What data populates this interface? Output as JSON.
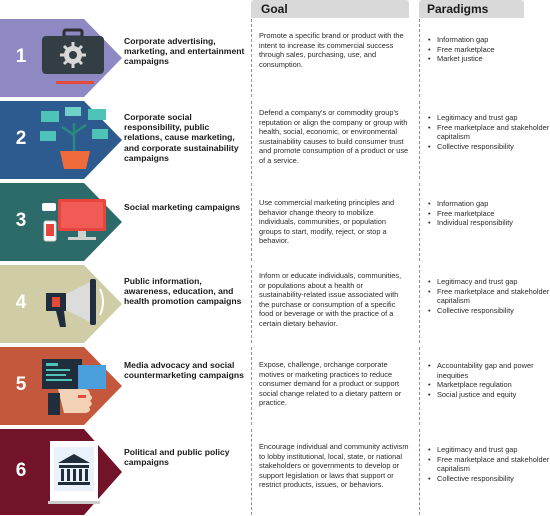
{
  "headers": {
    "goal": "Goal",
    "paradigms": "Paradigms"
  },
  "rows": [
    {
      "number": "1",
      "icon": "briefcase-gear-icon",
      "title": "Corporate advertising, marketing, and entertainment campaigns",
      "goal": "Promote a specific brand or product with the intent to increase its commercial success through sales, purchasing, use, and consumption.",
      "paradigms": [
        "Information gap",
        "Free marketplace",
        "Market justice"
      ],
      "band_color": "#dcdaee",
      "arrow_color": "#8e88c3"
    },
    {
      "number": "2",
      "icon": "money-tree-icon",
      "title": "Corporate social responsibility, public relations, cause marketing, and corporate sustainability campaigns",
      "goal": "Defend a company's or commodity group's reputation or align the company or group with health, social, economic, or environmental sustainability causes to build consumer trust and promote consumption of a product or use of a service.",
      "paradigms": [
        "Legitimacy and trust gap",
        "Free marketplace and stakeholder capitalism",
        "Collective responsibility"
      ],
      "band_color": "#a7c4dc",
      "arrow_color": "#2d5b8f"
    },
    {
      "number": "3",
      "icon": "devices-icon",
      "title": "Social marketing campaigns",
      "goal": "Use commercial marketing principles and behavior change theory to mobilize individuals, communities, or population groups to start, modify, reject, or stop a behavior.",
      "paradigms": [
        "Information gap",
        "Free marketplace",
        "Individual responsibility"
      ],
      "band_color": "#b2cdca",
      "arrow_color": "#2d6b6a"
    },
    {
      "number": "4",
      "icon": "megaphone-icon",
      "title": "Public information, awareness, education, and health promotion campaigns",
      "goal": "Inform or educate individuals, communities, or populations about a health or sustainability-related issue associated with the purchase or consumption of a specific food or beverage or with the practice of a certain dietary behavior.",
      "paradigms": [
        "Legitimacy and trust gap",
        "Free marketplace and stakeholder capitalism",
        "Collective responsibility"
      ],
      "band_color": "#ecebd9",
      "arrow_color": "#cfcca6"
    },
    {
      "number": "5",
      "icon": "thumbs-down-screen-icon",
      "title": "Media advocacy and social countermarketing campaigns",
      "goal": "Expose, challenge, orchange corporate motives or marketing practices to reduce consumer demand for a product or support social change related to a dietary pattern or practice.",
      "paradigms": [
        "Accountability gap and power inequities",
        "Marketplace regulation",
        "Social justice and equity"
      ],
      "band_color": "#eec5b3",
      "arrow_color": "#c4583c"
    },
    {
      "number": "6",
      "icon": "government-building-icon",
      "title": "Political and public policy campaigns",
      "goal": "Encourage individual and community activism to lobby institutional, local, state, or national stakeholders or governments to develop or support legislation or laws that support or restrict products, issues, or behaviors.",
      "paradigms": [
        "Legitimacy and trust gap",
        "Free marketplace and stakeholder capitalism",
        "Collective responsibility"
      ],
      "band_color": "#cfa6b1",
      "arrow_color": "#73132a"
    }
  ]
}
